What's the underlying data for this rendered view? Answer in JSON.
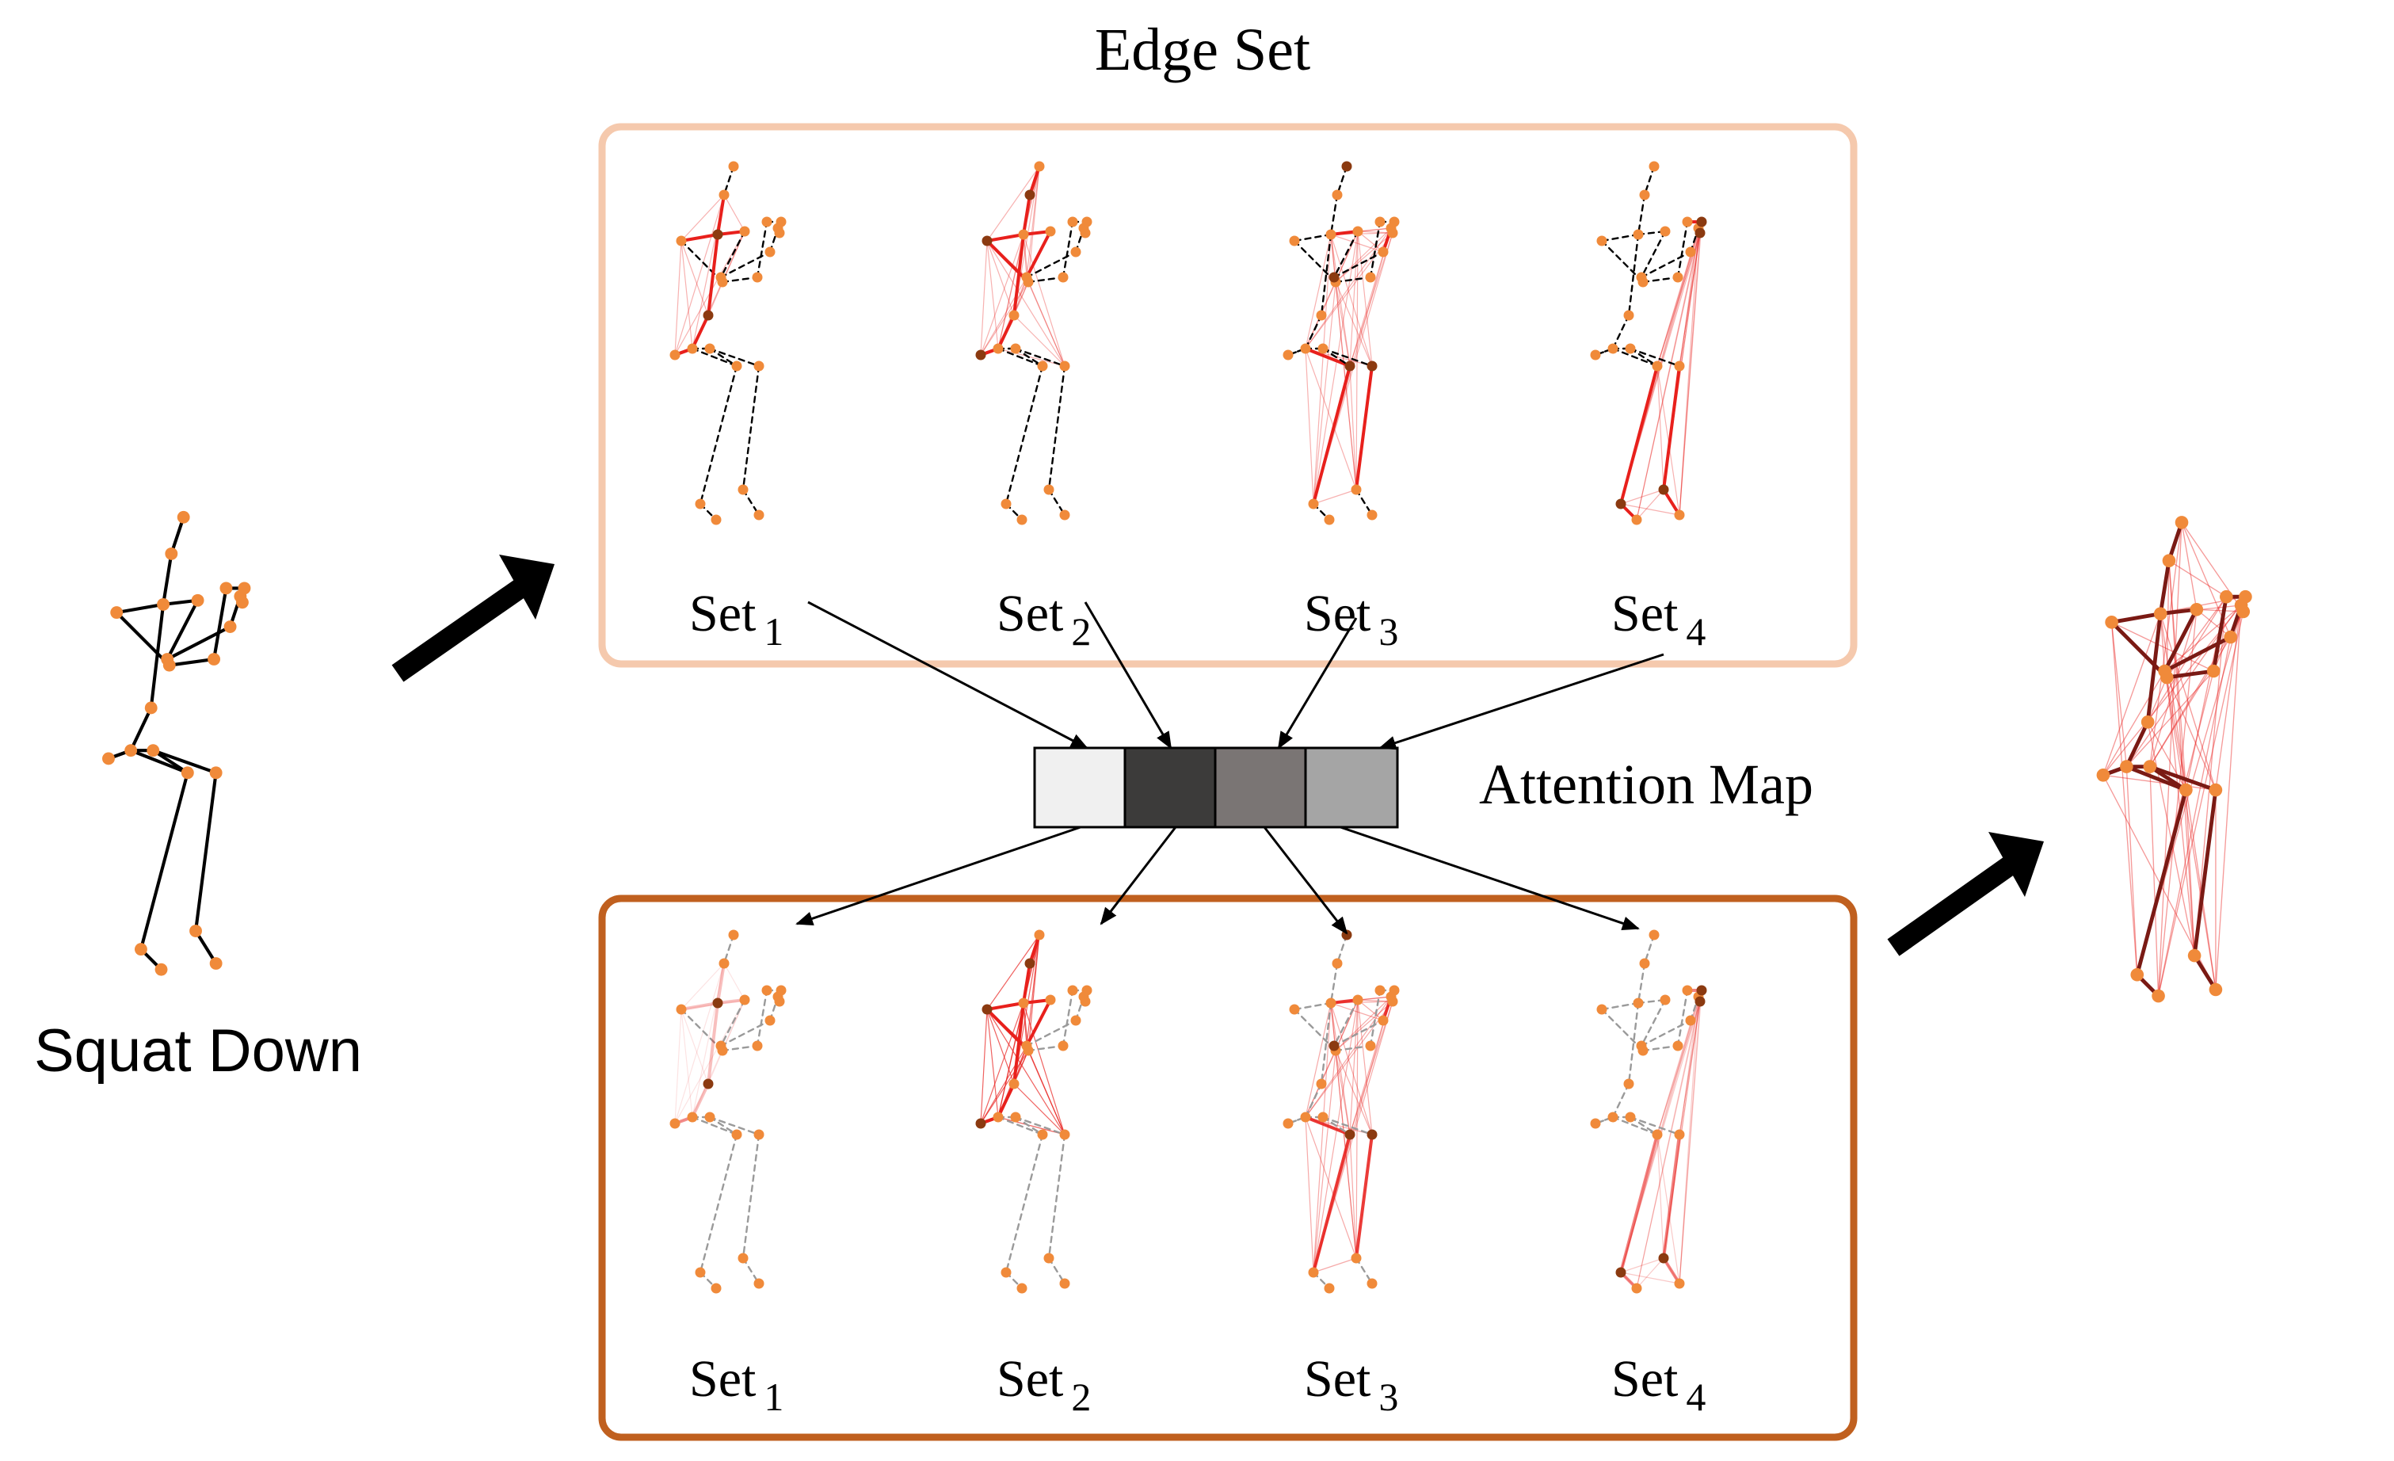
{
  "title": "Edge Set",
  "action_label": "Squat Down",
  "attention_label": "Attention Map",
  "top_sets": [
    {
      "name": "Set",
      "sub": "1"
    },
    {
      "name": "Set",
      "sub": "2"
    },
    {
      "name": "Set",
      "sub": "3"
    },
    {
      "name": "Set",
      "sub": "4"
    }
  ],
  "bottom_sets": [
    {
      "name": "Set",
      "sub": "1"
    },
    {
      "name": "Set",
      "sub": "2"
    },
    {
      "name": "Set",
      "sub": "3"
    },
    {
      "name": "Set",
      "sub": "4"
    }
  ],
  "attention_cells": [
    {
      "color": "#f0f0f0"
    },
    {
      "color": "#3c3b3a"
    },
    {
      "color": "#7a7574"
    },
    {
      "color": "#a5a5a5"
    }
  ],
  "colors": {
    "top_box_border": "#f5c9ad",
    "bottom_box_border": "#c0601f",
    "joint": "#f08a3a",
    "joint_dark": "#8b3a10",
    "edge_red": "#e8201c",
    "edge_dark": "#7a1a14",
    "skeleton": "#000000"
  }
}
